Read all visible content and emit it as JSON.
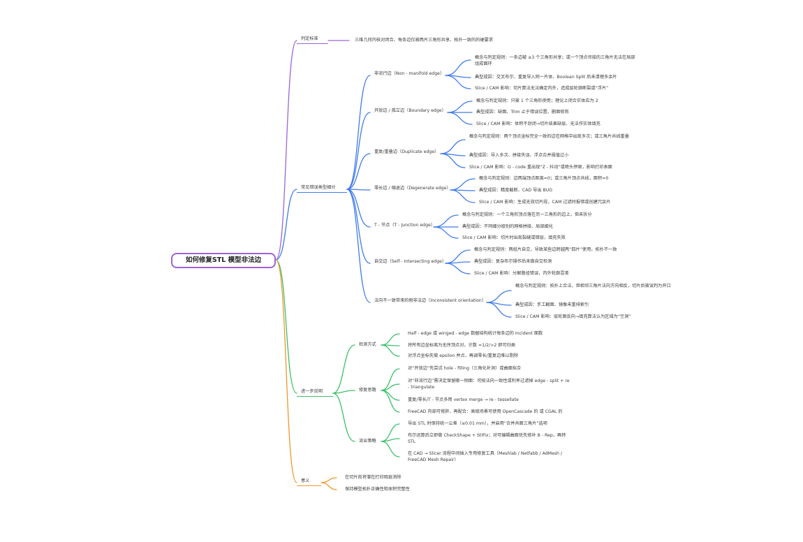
{
  "title": "如何修复STL 模型非法边",
  "colors": {
    "purple": "#9b63d9",
    "blue": "#3f7be8",
    "green": "#3cbf6a",
    "orange": "#f0962a"
  },
  "branches": {
    "judge": {
      "label": "判定标准",
      "items": [
        "三维几何内核对闭合、每条边仅被两片三角形共享、拓扑一致的的硬要求"
      ]
    },
    "common": {
      "label": "常见错误类型细分",
      "groups": [
        {
          "label": "非流行边（Non - manifold edge）",
          "items": [
            "概念与判定规则：一条边被 ≥3 个三角形共享；或一个顶点邻接的三角片无法在局部组成面环",
            "典型成因：交叉布尔、重复导入同一片体、Boolean Split 后未清理多余片",
            "Slice / CAM 影响：切片算法无法确定内外，造成层轮廓断裂或“浮片”"
          ]
        },
        {
          "label": "开放边 / 孤立边（Boundary edge）",
          "items": [
            "概念与判定规则：只被 1 个三角形使用；理论上闭合实体应为 2",
            "典型成因：缺面、Trim 止于错误位置、删面修剪",
            "Slice / CAM 影响：体积不封闭→切片结果缺层、无法作实体填充"
          ]
        },
        {
          "label": "重复/重叠边（Duplicate edge）",
          "items": [
            "概念与判定规则：两个顶点坐标完全一致的边在网格中出现多次；或三角片共线重叠",
            "典型成因：导入多次、拼接失误、浮点合并阈值过小",
            "Slice / CAM 影响：G - code 重出现“Z - 抖动”或喷头停顿，影响打印表面"
          ]
        },
        {
          "label": "零长边 / 缩退边（Degenerate edge）",
          "items": [
            "概念与判定规则：边两端顶点距离≈0；或三角片顶点共线，面积≈0",
            "典型成因：精度截断、CAD 导出 BUG",
            "Slice / CAM 影响：生成无效切片段，CAM 过滤时报错或创建冗余片"
          ]
        },
        {
          "label": "T - 节点（T - Junction edge）",
          "items": [
            "概念与判定规则：一个三角形顶点落在另一三角形的边上，但未拆分",
            "典型成因：不同细分级别的网格拼接、局部细化",
            "Slice / CAM 影响：切片时出现裂缝或错层，填充失败"
          ]
        },
        {
          "label": "自交边（Self - Intersecting edge）",
          "items": [
            "概念与判定规则：两组片自交，导致某些边跨越两“四片”使用，拓扑不一致",
            "典型成因：复杂布尔操作后未做自交检测",
            "Slice / CAM 影响：分解路径错误，内外轮廓混淆"
          ]
        },
        {
          "label": "法向不一致带来的假非法边（Inconsistent orientation）",
          "items": [
            "概念与判定规则：拓扑上合法，但相邻三角片法向方向相反，切片后被误判为开口",
            "典型成因：手工翻面、镜像未重排索引",
            "Slice / CAM 影响：层轮廓反向→填充算法认为区域为“空洞”"
          ]
        }
      ]
    },
    "further": {
      "label": "进一步说明",
      "groups": [
        {
          "label": "检测方式",
          "items": [
            "Half - edge 或 winged - edge 数据结构统计每条边的 Incident 面数",
            "将所有边坐标离为无序顶点对，计数 =1/2/>2 即可归类",
            "对浮点坐标先做 epsilon 并点，再调零长/重复边难以剔除"
          ]
        },
        {
          "label": "修复思路",
          "items": [
            "对“开放边”先尝试 hole - filling（三角化补洞）或曲面拟合",
            "对“非流行边”需决定保留哪一侧面：可按法向一致性或利率过滤掉 edge - split + re - triangulate",
            "重复/零长/T - 节点多用 vertex merge → re - tessellate",
            "FreeCAD 内部可修肝、再配合：高级场景可使用 OpenCascade 的 或 CGAL 的"
          ]
        },
        {
          "label": "流业策略",
          "items": [
            "导出 STL 时保持统一公差（≤0.01 mm），并启用“合并共面三角片”选项",
            "布尔运算后立即做 CheckShape + StlFix；对可编辑曲面优先修补 B - Rep，再转 STL",
            "在 CAD → Slicer 流程中间插入专用修复工具（Meshlab / Netfabb / AdMesh / FreeCAD Mesh Repair）"
          ]
        }
      ]
    },
    "meaning": {
      "label": "意义",
      "items": [
        "在切片前将潜在打印瑕疵消除",
        "保持模型拓扑正确性和体积完整性"
      ]
    }
  }
}
